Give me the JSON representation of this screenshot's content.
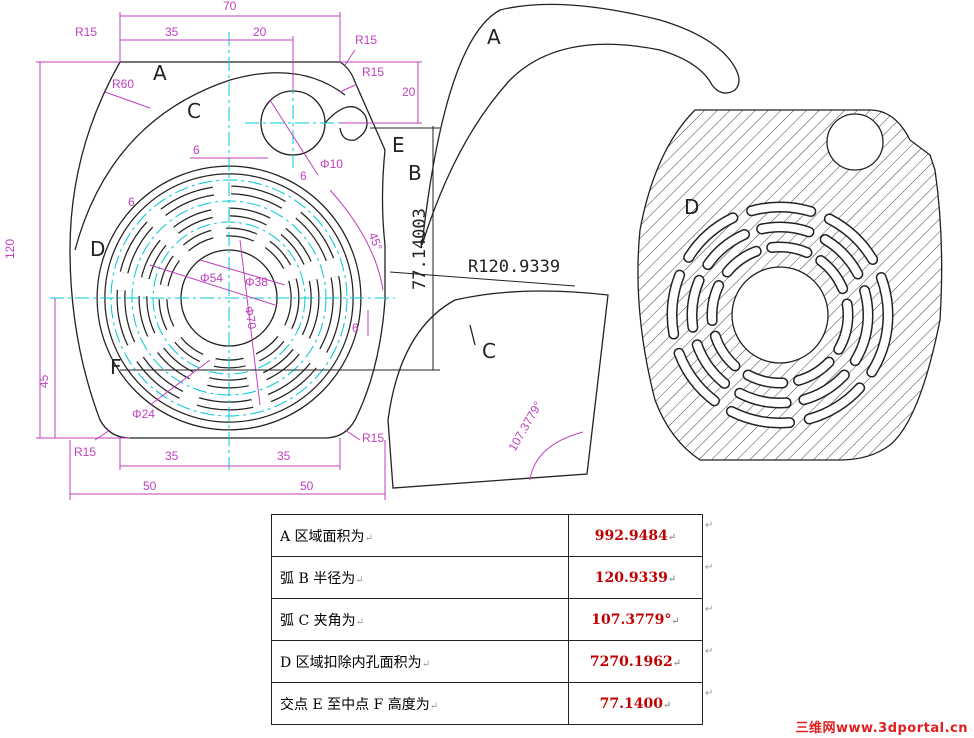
{
  "colors": {
    "outline": "#222222",
    "dimension": "#c040c0",
    "centerline": "#00c8d8",
    "highlight": "#00b8e0",
    "value": "#c00000",
    "watermark": "#e02020"
  },
  "drawing": {
    "dims": {
      "w70": "70",
      "w35": "35",
      "w20": "20",
      "r15_tl": "R15",
      "r15_tr": "R15",
      "r15_hole": "R15",
      "r60": "R60",
      "h20": "20",
      "h120": "120",
      "h45": "45",
      "d6_top": "6",
      "d6_left": "6",
      "d6_mid": "6",
      "d6_right": "6",
      "phi10": "Φ10",
      "phi54": "Φ54",
      "phi38": "Φ38",
      "phi70": "Φ70",
      "phi24": "Φ24",
      "ang45": "45°",
      "r15_bl": "R15",
      "r15_br": "R15",
      "b35_l": "35",
      "b35_r": "35",
      "b50_l": "50",
      "b50_r": "50"
    },
    "height_dim": "77.14003",
    "radius_dim": "R120.9339",
    "angle_dim": "107.3779°",
    "labels": {
      "A": "A",
      "B": "B",
      "C": "C",
      "D": "D",
      "E": "E",
      "F": "F"
    },
    "detail_labels": {
      "A": "A",
      "C": "C",
      "D": "D"
    }
  },
  "table": {
    "rows": [
      {
        "question": "A 区域面积为",
        "answer": "992.9484"
      },
      {
        "question": "弧 B 半径为",
        "answer": "120.9339"
      },
      {
        "question": "弧 C 夹角为",
        "answer": "107.3779°"
      },
      {
        "question": "D 区域扣除内孔面积为",
        "answer": "7270.1962"
      },
      {
        "question": "交点 E 至中点 F 高度为",
        "answer": "77.1400"
      }
    ],
    "para_mark": "↵"
  },
  "watermark": "三维网www.3dportal.cn"
}
